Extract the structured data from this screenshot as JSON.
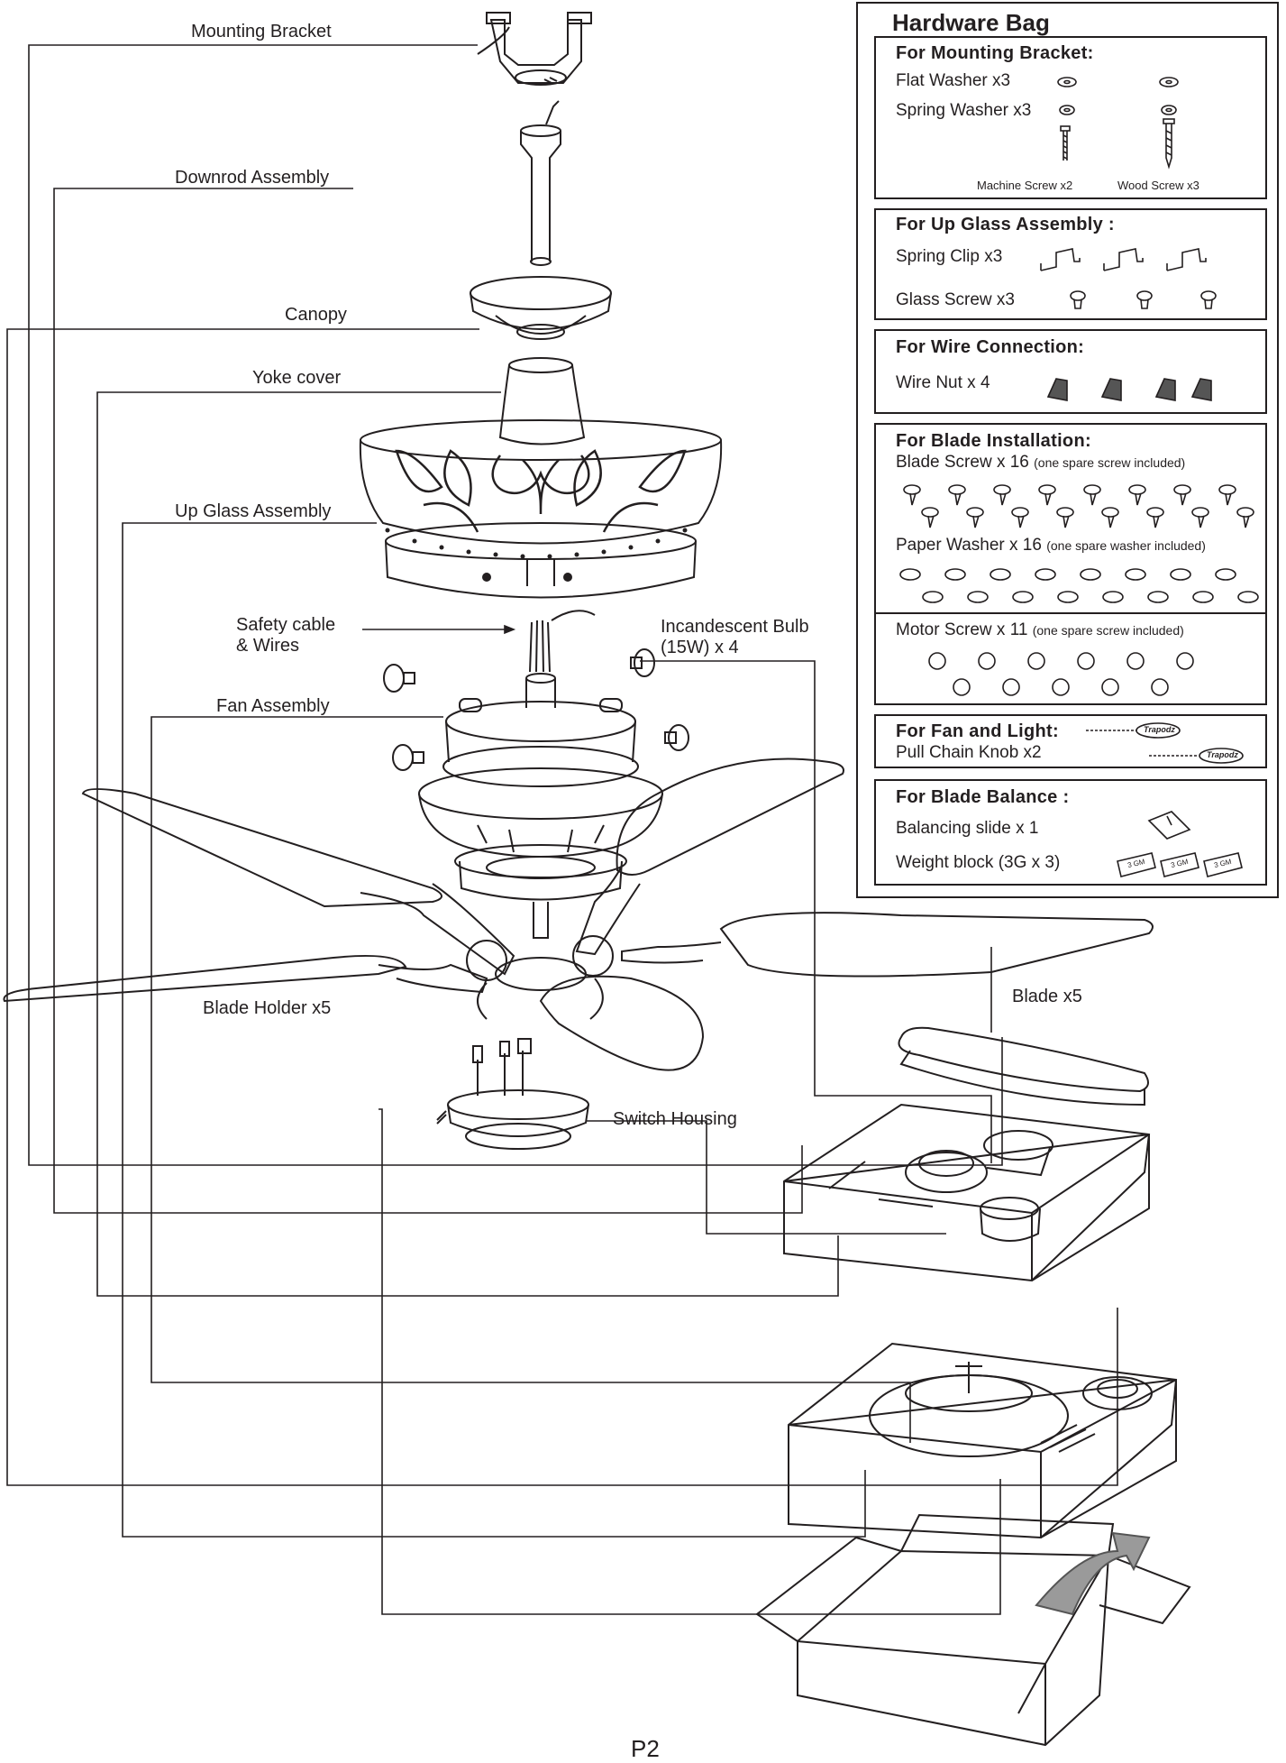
{
  "labels": {
    "mounting_bracket": "Mounting Bracket",
    "downrod_assembly": "Downrod Assembly",
    "canopy": "Canopy",
    "yoke_cover": "Yoke cover",
    "up_glass_assembly": "Up Glass Assembly",
    "safety_cable_line1": "Safety cable",
    "safety_cable_line2": "& Wires",
    "bulb_line1": "Incandescent Bulb",
    "bulb_line2": "(15W) x 4",
    "fan_assembly": "Fan Assembly",
    "blade_holder": "Blade Holder x5",
    "blade": "Blade x5",
    "switch_housing": "Switch Housing"
  },
  "hardware_bag": {
    "title": "Hardware Bag",
    "mounting": {
      "heading": "For Mounting Bracket:",
      "flat_washer": "Flat Washer x3",
      "spring_washer": "Spring Washer x3",
      "machine_screw": "Machine Screw x2",
      "wood_screw": "Wood Screw x3"
    },
    "up_glass": {
      "heading": "For Up Glass Assembly :",
      "spring_clip": "Spring Clip x3",
      "glass_screw": "Glass Screw x3"
    },
    "wire": {
      "heading": "For Wire Connection:",
      "wire_nut": "Wire Nut x 4"
    },
    "blade_install": {
      "heading": "For Blade Installation:",
      "blade_screw": "Blade Screw x 16",
      "blade_screw_note": "(one spare screw included)",
      "paper_washer": "Paper Washer x 16",
      "paper_washer_note": "(one spare washer included)",
      "motor_screw": "Motor Screw x 11",
      "motor_screw_note": "(one spare screw included)"
    },
    "fan_light": {
      "heading": "For Fan and Light:",
      "pull_chain": "Pull Chain Knob x2",
      "knob_text": "Trapodz"
    },
    "balance": {
      "heading": "For Blade Balance :",
      "slide": "Balancing slide x 1",
      "weight": "Weight block (3G x 3)",
      "weight_label": "3 GM"
    }
  },
  "page_number": "P2"
}
